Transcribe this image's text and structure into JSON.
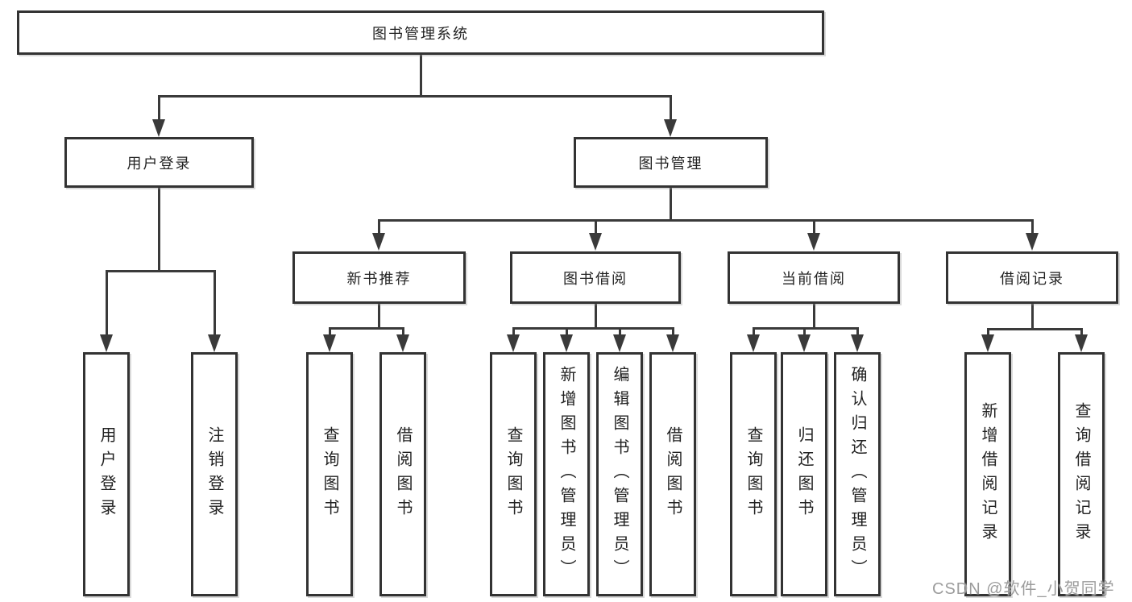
{
  "diagram": {
    "title": "图书管理系统",
    "level2": [
      {
        "label": "用户登录",
        "children": [
          {
            "label": "用户登录"
          },
          {
            "label": "注销登录"
          }
        ]
      },
      {
        "label": "图书管理",
        "children": [
          {
            "label": "新书推荐",
            "children": [
              {
                "label": "查询图书"
              },
              {
                "label": "借阅图书"
              }
            ]
          },
          {
            "label": "图书借阅",
            "children": [
              {
                "label": "查询图书"
              },
              {
                "label": "新增图书（管理员）"
              },
              {
                "label": "编辑图书（管理员）"
              },
              {
                "label": "借阅图书"
              }
            ]
          },
          {
            "label": "当前借阅",
            "children": [
              {
                "label": "查询图书"
              },
              {
                "label": "归还图书"
              },
              {
                "label": "确认归还（管理员）"
              }
            ]
          },
          {
            "label": "借阅记录",
            "children": [
              {
                "label": "新增借阅记录"
              },
              {
                "label": "查询借阅记录"
              }
            ]
          }
        ]
      }
    ]
  },
  "watermark": {
    "text": "CSDN @软件_小贺同学"
  },
  "colors": {
    "line": "#3a3a3a",
    "border": "#333333",
    "text": "#222222",
    "watermark": "#9c9c9c",
    "background": "#ffffff"
  }
}
